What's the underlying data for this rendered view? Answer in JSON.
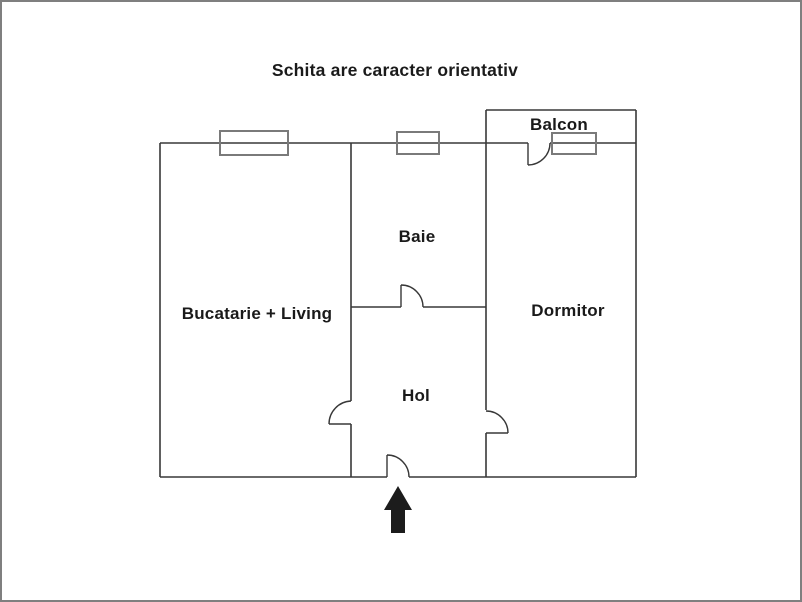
{
  "title": "Schita are caracter orientativ",
  "plan": {
    "rooms": {
      "living": "Bucatarie + Living",
      "baie": "Baie",
      "hol": "Hol",
      "dormitor": "Dormitor",
      "balcon": "Balcon"
    },
    "colors": {
      "wall": "#383838",
      "window_frame": "#7a7a7a",
      "arrow": "#1c1c1c",
      "page_border": "#7f7f7f",
      "background": "#ffffff",
      "text": "#1a1a1a"
    },
    "symbols": {
      "entrance": "up-arrow-icon",
      "door": "quarter-arc-door",
      "window": "rectangle-window"
    }
  }
}
